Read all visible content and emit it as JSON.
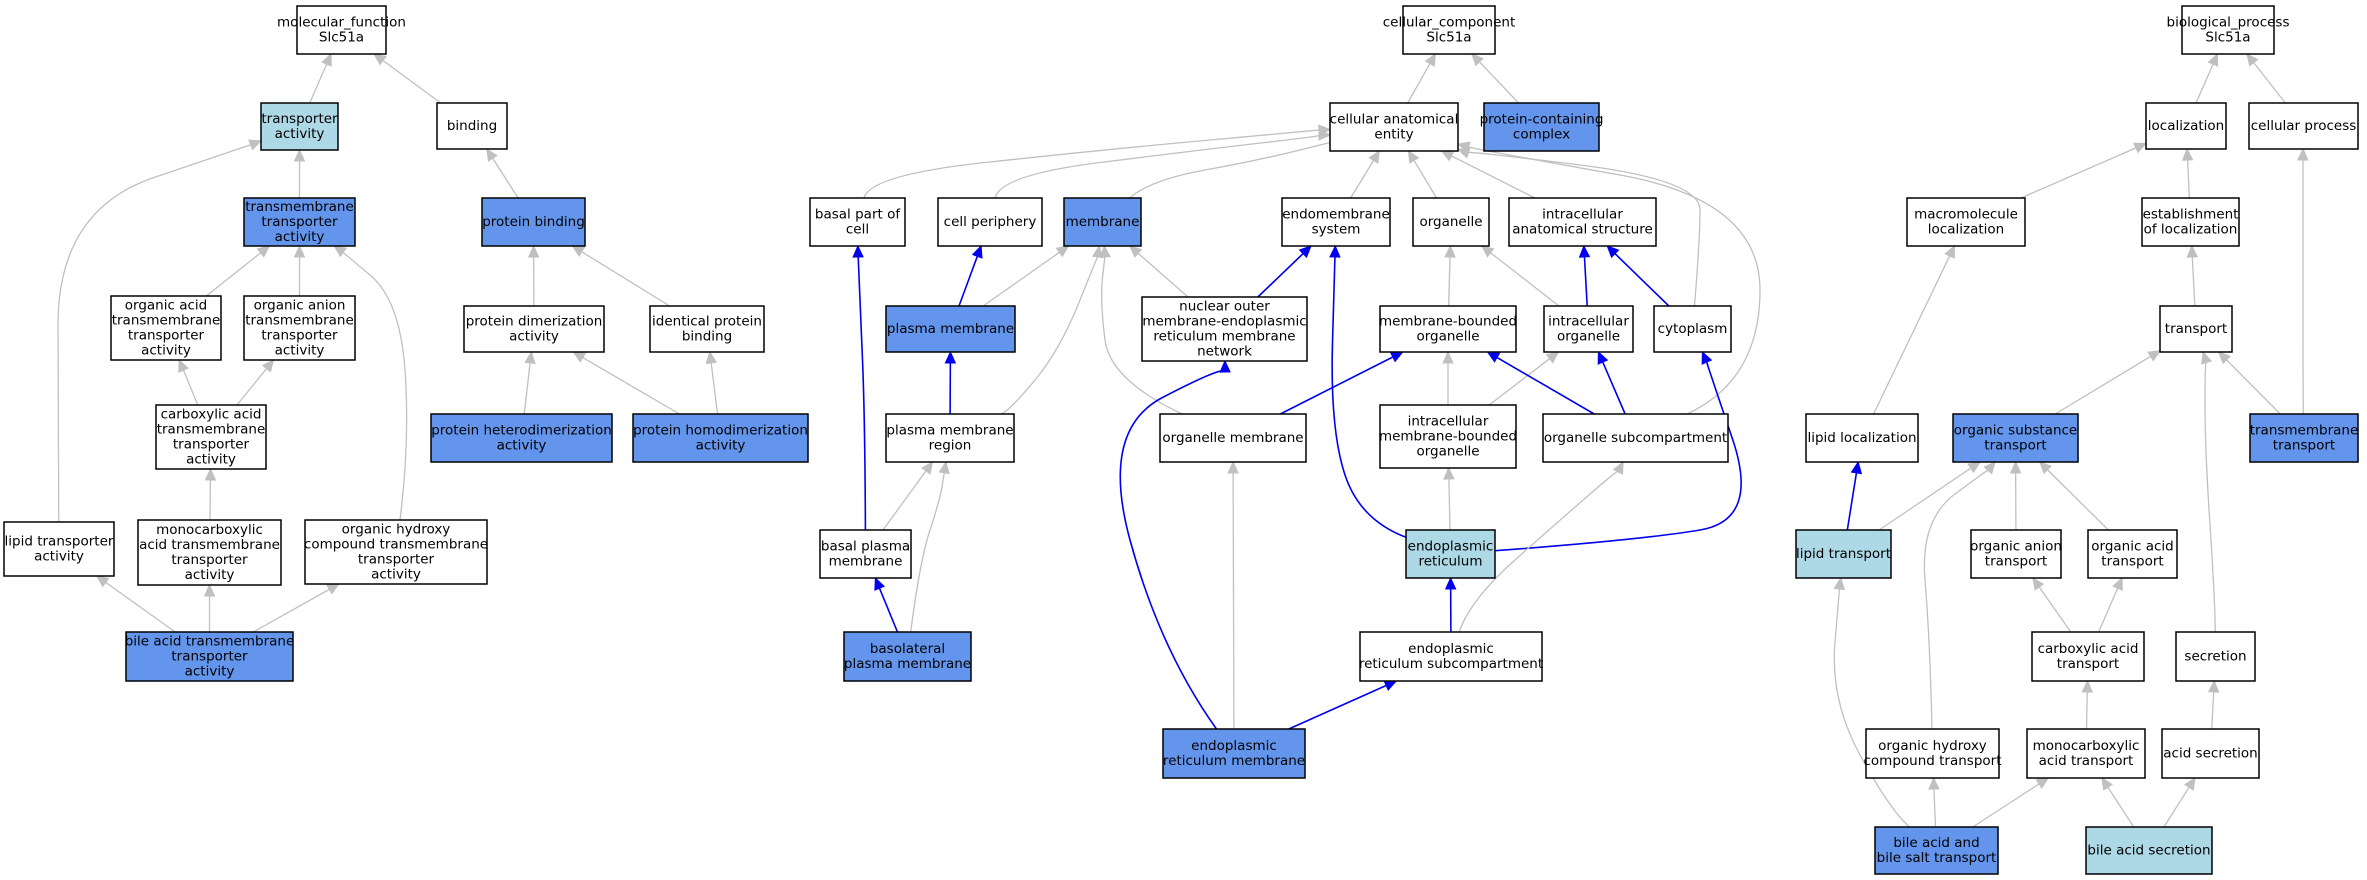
{
  "colors": {
    "white": "#ffffff",
    "lightblue": "#add8e6",
    "blue": "#6495ed",
    "edge_grey": "#c0c0c0",
    "edge_blue": "#0000ee"
  },
  "nodes": {
    "mf_root": {
      "lines": [
        "molecular_function",
        "Slc51a"
      ],
      "fill": "white"
    },
    "transporter_activity": {
      "lines": [
        "transporter",
        "activity"
      ],
      "fill": "lightblue"
    },
    "binding": {
      "lines": [
        "binding"
      ],
      "fill": "white"
    },
    "tm_transporter_activity": {
      "lines": [
        "transmembrane",
        "transporter",
        "activity"
      ],
      "fill": "blue"
    },
    "protein_binding": {
      "lines": [
        "protein binding"
      ],
      "fill": "blue"
    },
    "organic_acid_tm": {
      "lines": [
        "organic acid",
        "transmembrane",
        "transporter",
        "activity"
      ],
      "fill": "white"
    },
    "organic_anion_tm": {
      "lines": [
        "organic anion",
        "transmembrane",
        "transporter",
        "activity"
      ],
      "fill": "white"
    },
    "protein_dimerization": {
      "lines": [
        "protein dimerization",
        "activity"
      ],
      "fill": "white"
    },
    "identical_protein_binding": {
      "lines": [
        "identical protein",
        "binding"
      ],
      "fill": "white"
    },
    "carboxylic_acid_tm": {
      "lines": [
        "carboxylic acid",
        "transmembrane",
        "transporter",
        "activity"
      ],
      "fill": "white"
    },
    "protein_heterodimerization": {
      "lines": [
        "protein heterodimerization",
        "activity"
      ],
      "fill": "blue"
    },
    "protein_homodimerization": {
      "lines": [
        "protein homodimerization",
        "activity"
      ],
      "fill": "blue"
    },
    "lipid_transporter_activity": {
      "lines": [
        "lipid transporter",
        "activity"
      ],
      "fill": "white"
    },
    "monocarboxylic_acid_tm": {
      "lines": [
        "monocarboxylic",
        "acid transmembrane",
        "transporter",
        "activity"
      ],
      "fill": "white"
    },
    "organic_hydroxy_tm": {
      "lines": [
        "organic hydroxy",
        "compound transmembrane",
        "transporter",
        "activity"
      ],
      "fill": "white"
    },
    "bile_acid_tm": {
      "lines": [
        "bile acid transmembrane",
        "transporter",
        "activity"
      ],
      "fill": "blue"
    },
    "cc_root": {
      "lines": [
        "cellular_component",
        "Slc51a"
      ],
      "fill": "white"
    },
    "cellular_anatomical_entity": {
      "lines": [
        "cellular anatomical",
        "entity"
      ],
      "fill": "white"
    },
    "protein_containing_complex": {
      "lines": [
        "protein-containing",
        "complex"
      ],
      "fill": "blue"
    },
    "basal_part_of_cell": {
      "lines": [
        "basal part of",
        "cell"
      ],
      "fill": "white"
    },
    "cell_periphery": {
      "lines": [
        "cell periphery"
      ],
      "fill": "white"
    },
    "membrane": {
      "lines": [
        "membrane"
      ],
      "fill": "blue"
    },
    "endomembrane_system": {
      "lines": [
        "endomembrane",
        "system"
      ],
      "fill": "white"
    },
    "organelle": {
      "lines": [
        "organelle"
      ],
      "fill": "white"
    },
    "intracellular_anatomical_structure": {
      "lines": [
        "intracellular",
        "anatomical structure"
      ],
      "fill": "white"
    },
    "plasma_membrane": {
      "lines": [
        "plasma membrane"
      ],
      "fill": "blue"
    },
    "nuclear_outer_membrane": {
      "lines": [
        "nuclear outer",
        "membrane-endoplasmic",
        "reticulum membrane",
        "network"
      ],
      "fill": "white"
    },
    "membrane_bounded_organelle": {
      "lines": [
        "membrane-bounded",
        "organelle"
      ],
      "fill": "white"
    },
    "intracellular_organelle": {
      "lines": [
        "intracellular",
        "organelle"
      ],
      "fill": "white"
    },
    "cytoplasm": {
      "lines": [
        "cytoplasm"
      ],
      "fill": "white"
    },
    "plasma_membrane_region": {
      "lines": [
        "plasma membrane",
        "region"
      ],
      "fill": "white"
    },
    "organelle_membrane": {
      "lines": [
        "organelle membrane"
      ],
      "fill": "white"
    },
    "intracellular_mb_organelle": {
      "lines": [
        "intracellular",
        "membrane-bounded",
        "organelle"
      ],
      "fill": "white"
    },
    "organelle_subcompartment": {
      "lines": [
        "organelle subcompartment"
      ],
      "fill": "white"
    },
    "basal_plasma_membrane": {
      "lines": [
        "basal plasma",
        "membrane"
      ],
      "fill": "white"
    },
    "endoplasmic_reticulum": {
      "lines": [
        "endoplasmic",
        "reticulum"
      ],
      "fill": "lightblue"
    },
    "basolateral_plasma_membrane": {
      "lines": [
        "basolateral",
        "plasma membrane"
      ],
      "fill": "blue"
    },
    "er_subcompartment": {
      "lines": [
        "endoplasmic",
        "reticulum subcompartment"
      ],
      "fill": "white"
    },
    "er_membrane": {
      "lines": [
        "endoplasmic",
        "reticulum membrane"
      ],
      "fill": "blue"
    },
    "bp_root": {
      "lines": [
        "biological_process",
        "Slc51a"
      ],
      "fill": "white"
    },
    "localization": {
      "lines": [
        "localization"
      ],
      "fill": "white"
    },
    "cellular_process": {
      "lines": [
        "cellular process"
      ],
      "fill": "white"
    },
    "macromolecule_localization": {
      "lines": [
        "macromolecule",
        "localization"
      ],
      "fill": "white"
    },
    "establishment_of_localization": {
      "lines": [
        "establishment",
        "of localization"
      ],
      "fill": "white"
    },
    "transport": {
      "lines": [
        "transport"
      ],
      "fill": "white"
    },
    "lipid_localization": {
      "lines": [
        "lipid localization"
      ],
      "fill": "white"
    },
    "organic_substance_transport": {
      "lines": [
        "organic substance",
        "transport"
      ],
      "fill": "blue"
    },
    "transmembrane_transport": {
      "lines": [
        "transmembrane",
        "transport"
      ],
      "fill": "blue"
    },
    "lipid_transport": {
      "lines": [
        "lipid transport"
      ],
      "fill": "lightblue"
    },
    "organic_anion_transport": {
      "lines": [
        "organic anion",
        "transport"
      ],
      "fill": "white"
    },
    "organic_acid_transport": {
      "lines": [
        "organic acid",
        "transport"
      ],
      "fill": "white"
    },
    "carboxylic_acid_transport": {
      "lines": [
        "carboxylic acid",
        "transport"
      ],
      "fill": "white"
    },
    "secretion": {
      "lines": [
        "secretion"
      ],
      "fill": "white"
    },
    "organic_hydroxy_transport": {
      "lines": [
        "organic hydroxy",
        "compound transport"
      ],
      "fill": "white"
    },
    "monocarboxylic_acid_transport": {
      "lines": [
        "monocarboxylic",
        "acid transport"
      ],
      "fill": "white"
    },
    "acid_secretion": {
      "lines": [
        "acid secretion"
      ],
      "fill": "white"
    },
    "bile_acid_salt_transport": {
      "lines": [
        "bile acid and",
        "bile salt transport"
      ],
      "fill": "blue"
    },
    "bile_acid_secretion": {
      "lines": [
        "bile acid secretion"
      ],
      "fill": "lightblue"
    }
  },
  "edges": [
    {
      "from": "transporter_activity",
      "to": "mf_root",
      "color": "grey"
    },
    {
      "from": "binding",
      "to": "mf_root",
      "color": "grey"
    },
    {
      "from": "tm_transporter_activity",
      "to": "transporter_activity",
      "color": "grey"
    },
    {
      "from": "protein_binding",
      "to": "binding",
      "color": "grey"
    },
    {
      "from": "organic_acid_tm",
      "to": "tm_transporter_activity",
      "color": "grey"
    },
    {
      "from": "organic_anion_tm",
      "to": "tm_transporter_activity",
      "color": "grey"
    },
    {
      "from": "carboxylic_acid_tm",
      "to": "organic_acid_tm",
      "color": "grey"
    },
    {
      "from": "carboxylic_acid_tm",
      "to": "organic_anion_tm",
      "color": "grey"
    },
    {
      "from": "monocarboxylic_acid_tm",
      "to": "carboxylic_acid_tm",
      "color": "grey"
    },
    {
      "from": "lipid_transporter_activity",
      "to": "transporter_activity",
      "color": "grey"
    },
    {
      "from": "organic_hydroxy_tm",
      "to": "tm_transporter_activity",
      "color": "grey"
    },
    {
      "from": "bile_acid_tm",
      "to": "lipid_transporter_activity",
      "color": "grey"
    },
    {
      "from": "bile_acid_tm",
      "to": "monocarboxylic_acid_tm",
      "color": "grey"
    },
    {
      "from": "bile_acid_tm",
      "to": "organic_hydroxy_tm",
      "color": "grey"
    },
    {
      "from": "protein_dimerization",
      "to": "protein_binding",
      "color": "grey"
    },
    {
      "from": "identical_protein_binding",
      "to": "protein_binding",
      "color": "grey"
    },
    {
      "from": "protein_heterodimerization",
      "to": "protein_dimerization",
      "color": "grey"
    },
    {
      "from": "protein_homodimerization",
      "to": "protein_dimerization",
      "color": "grey"
    },
    {
      "from": "protein_homodimerization",
      "to": "identical_protein_binding",
      "color": "grey"
    },
    {
      "from": "cellular_anatomical_entity",
      "to": "cc_root",
      "color": "grey"
    },
    {
      "from": "protein_containing_complex",
      "to": "cc_root",
      "color": "grey"
    },
    {
      "from": "basal_part_of_cell",
      "to": "cellular_anatomical_entity",
      "color": "grey"
    },
    {
      "from": "cell_periphery",
      "to": "cellular_anatomical_entity",
      "color": "grey"
    },
    {
      "from": "membrane",
      "to": "cellular_anatomical_entity",
      "color": "grey"
    },
    {
      "from": "endomembrane_system",
      "to": "cellular_anatomical_entity",
      "color": "grey"
    },
    {
      "from": "organelle",
      "to": "cellular_anatomical_entity",
      "color": "grey"
    },
    {
      "from": "intracellular_anatomical_structure",
      "to": "cellular_anatomical_entity",
      "color": "grey"
    },
    {
      "from": "cytoplasm",
      "to": "cellular_anatomical_entity",
      "color": "grey"
    },
    {
      "from": "organelle_subcompartment",
      "to": "cellular_anatomical_entity",
      "color": "grey"
    },
    {
      "from": "plasma_membrane",
      "to": "cell_periphery",
      "color": "blue"
    },
    {
      "from": "plasma_membrane",
      "to": "membrane",
      "color": "grey"
    },
    {
      "from": "nuclear_outer_membrane",
      "to": "membrane",
      "color": "grey"
    },
    {
      "from": "nuclear_outer_membrane",
      "to": "endomembrane_system",
      "color": "blue"
    },
    {
      "from": "membrane_bounded_organelle",
      "to": "organelle",
      "color": "grey"
    },
    {
      "from": "intracellular_organelle",
      "to": "organelle",
      "color": "grey"
    },
    {
      "from": "intracellular_organelle",
      "to": "intracellular_anatomical_structure",
      "color": "blue"
    },
    {
      "from": "cytoplasm",
      "to": "intracellular_anatomical_structure",
      "color": "blue"
    },
    {
      "from": "plasma_membrane_region",
      "to": "plasma_membrane",
      "color": "blue"
    },
    {
      "from": "plasma_membrane_region",
      "to": "membrane",
      "color": "grey"
    },
    {
      "from": "organelle_membrane",
      "to": "membrane",
      "color": "grey"
    },
    {
      "from": "organelle_membrane",
      "to": "membrane_bounded_organelle",
      "color": "blue"
    },
    {
      "from": "intracellular_mb_organelle",
      "to": "membrane_bounded_organelle",
      "color": "grey"
    },
    {
      "from": "intracellular_mb_organelle",
      "to": "intracellular_organelle",
      "color": "grey"
    },
    {
      "from": "organelle_subcompartment",
      "to": "membrane_bounded_organelle",
      "color": "blue"
    },
    {
      "from": "organelle_subcompartment",
      "to": "intracellular_organelle",
      "color": "blue"
    },
    {
      "from": "basal_plasma_membrane",
      "to": "basal_part_of_cell",
      "color": "blue"
    },
    {
      "from": "basal_plasma_membrane",
      "to": "plasma_membrane_region",
      "color": "grey"
    },
    {
      "from": "basolateral_plasma_membrane",
      "to": "basal_plasma_membrane",
      "color": "blue"
    },
    {
      "from": "basolateral_plasma_membrane",
      "to": "plasma_membrane_region",
      "color": "grey"
    },
    {
      "from": "endoplasmic_reticulum",
      "to": "intracellular_mb_organelle",
      "color": "grey"
    },
    {
      "from": "endoplasmic_reticulum",
      "to": "endomembrane_system",
      "color": "blue"
    },
    {
      "from": "endoplasmic_reticulum",
      "to": "cytoplasm",
      "color": "blue"
    },
    {
      "from": "er_subcompartment",
      "to": "endoplasmic_reticulum",
      "color": "blue"
    },
    {
      "from": "er_subcompartment",
      "to": "organelle_subcompartment",
      "color": "grey"
    },
    {
      "from": "er_membrane",
      "to": "er_subcompartment",
      "color": "blue"
    },
    {
      "from": "er_membrane",
      "to": "organelle_membrane",
      "color": "grey"
    },
    {
      "from": "er_membrane",
      "to": "nuclear_outer_membrane",
      "color": "blue"
    },
    {
      "from": "localization",
      "to": "bp_root",
      "color": "grey"
    },
    {
      "from": "cellular_process",
      "to": "bp_root",
      "color": "grey"
    },
    {
      "from": "macromolecule_localization",
      "to": "localization",
      "color": "grey"
    },
    {
      "from": "establishment_of_localization",
      "to": "localization",
      "color": "grey"
    },
    {
      "from": "transport",
      "to": "establishment_of_localization",
      "color": "grey"
    },
    {
      "from": "lipid_localization",
      "to": "macromolecule_localization",
      "color": "grey"
    },
    {
      "from": "organic_substance_transport",
      "to": "transport",
      "color": "grey"
    },
    {
      "from": "transmembrane_transport",
      "to": "transport",
      "color": "grey"
    },
    {
      "from": "transmembrane_transport",
      "to": "cellular_process",
      "color": "grey"
    },
    {
      "from": "lipid_transport",
      "to": "lipid_localization",
      "color": "blue"
    },
    {
      "from": "lipid_transport",
      "to": "organic_substance_transport",
      "color": "grey"
    },
    {
      "from": "organic_anion_transport",
      "to": "organic_substance_transport",
      "color": "grey"
    },
    {
      "from": "organic_acid_transport",
      "to": "organic_substance_transport",
      "color": "grey"
    },
    {
      "from": "carboxylic_acid_transport",
      "to": "organic_anion_transport",
      "color": "grey"
    },
    {
      "from": "carboxylic_acid_transport",
      "to": "organic_acid_transport",
      "color": "grey"
    },
    {
      "from": "secretion",
      "to": "transport",
      "color": "grey"
    },
    {
      "from": "organic_hydroxy_transport",
      "to": "organic_substance_transport",
      "color": "grey"
    },
    {
      "from": "monocarboxylic_acid_transport",
      "to": "carboxylic_acid_transport",
      "color": "grey"
    },
    {
      "from": "acid_secretion",
      "to": "secretion",
      "color": "grey"
    },
    {
      "from": "bile_acid_salt_transport",
      "to": "lipid_transport",
      "color": "grey"
    },
    {
      "from": "bile_acid_salt_transport",
      "to": "organic_hydroxy_transport",
      "color": "grey"
    },
    {
      "from": "bile_acid_salt_transport",
      "to": "monocarboxylic_acid_transport",
      "color": "grey"
    },
    {
      "from": "bile_acid_secretion",
      "to": "monocarboxylic_acid_transport",
      "color": "grey"
    },
    {
      "from": "bile_acid_secretion",
      "to": "acid_secretion",
      "color": "grey"
    }
  ]
}
